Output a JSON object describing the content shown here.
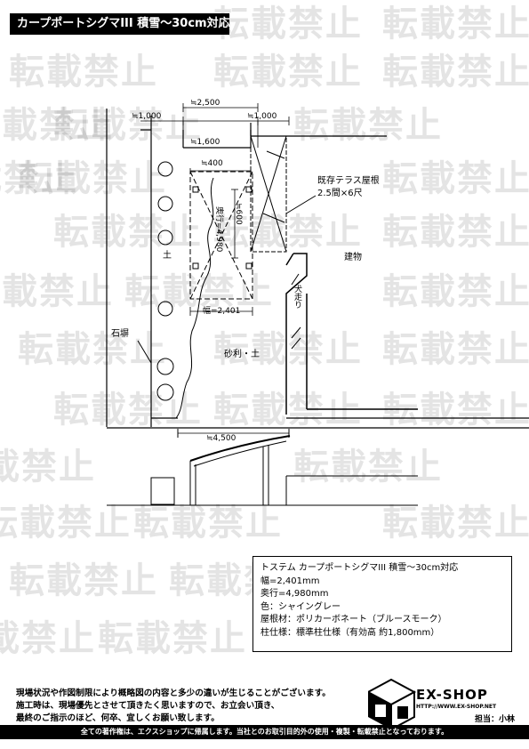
{
  "header": {
    "title": "カープポートシグマIII 積雪〜30cm対応"
  },
  "watermark": {
    "text": "転載禁止"
  },
  "plan": {
    "dim_top_2500": "≒2,500",
    "dim_left_1000": "≒1,000",
    "dim_right_1000": "≒1,000",
    "dim_1600": "≒1,600",
    "dim_400": "≒400",
    "dim_600": "≒600",
    "depth_label": "奥行=4,980",
    "width_label": "幅=2,401",
    "dim_bottom_4500": "≒4,500",
    "label_soil": "土",
    "label_stone_wall": "石塀",
    "label_gravel": "砂利・土",
    "label_building": "建物",
    "label_rain_gutter": "犬走り",
    "existing_roof_line1": "既存テラス屋根",
    "existing_roof_line2": "2.5間×6尺"
  },
  "spec": {
    "product": "トステム カープポートシグマIII 積雪〜30cm対応",
    "width": "幅=2,401mm",
    "depth": "奥行=4,980mm",
    "color": "色：シャイングレー",
    "roof": "屋根材：ポリカーボネート（ブルースモーク）",
    "pillar": "柱仕様：標準柱仕様（有効高 約1,800mm）"
  },
  "notes": {
    "line1": "現場状況や作図制限により概略図の内容と多少の違いが生じることがございます。",
    "line2": "施工時は、現場優先とさせて頂きたく思いますので、お立会い頂き、",
    "line3": "最終のご指示のほど、何卒、宜しくお願い致します。"
  },
  "brand": {
    "name": "EX-SHOP",
    "url": "HTTP://WWW.EX-SHOP.NET",
    "staff": "担当：小林"
  },
  "footer": {
    "text": "全ての著作権は、エクスショップに帰属します。当社とのお取引目的外の使用・複製・転載禁止となっております。"
  }
}
